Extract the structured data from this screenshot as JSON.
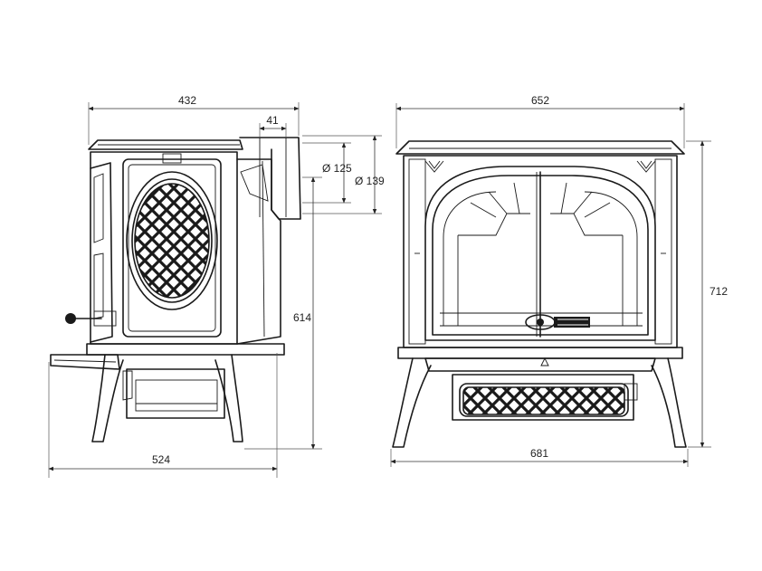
{
  "dimensions": {
    "side_depth_top": "432",
    "flue_offset": "41",
    "flue_inner_diameter": "Ø 125",
    "flue_outer_diameter": "Ø 139",
    "flue_height": "614",
    "side_depth_bottom": "524",
    "front_width_top": "652",
    "front_height": "712",
    "front_width_bottom": "681"
  }
}
